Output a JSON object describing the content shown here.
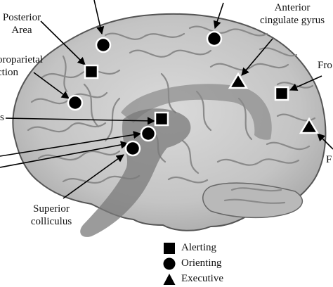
{
  "labels": {
    "posterior_area": [
      "Posterior",
      "Area"
    ],
    "temporoparietal": [
      "oroparietal",
      "ction"
    ],
    "anterior_cingulate": [
      "Anterior",
      "cingulate gyrus"
    ],
    "frontal": [
      "Fro"
    ],
    "left_partial": [
      "s"
    ],
    "right_partial": [
      "F"
    ],
    "superior_colliculus": [
      "Superior",
      "colliculus"
    ]
  },
  "legend": [
    {
      "symbol": "square",
      "label": "Alerting"
    },
    {
      "symbol": "circle",
      "label": "Orienting"
    },
    {
      "symbol": "triangle",
      "label": "Executive"
    }
  ],
  "colors": {
    "brain_fill": "#c9c9c9",
    "brain_stroke": "#5a5a5a",
    "sulcus": "#8e8e8e",
    "overlay": "#8a8a8a",
    "marker": "#000000"
  }
}
